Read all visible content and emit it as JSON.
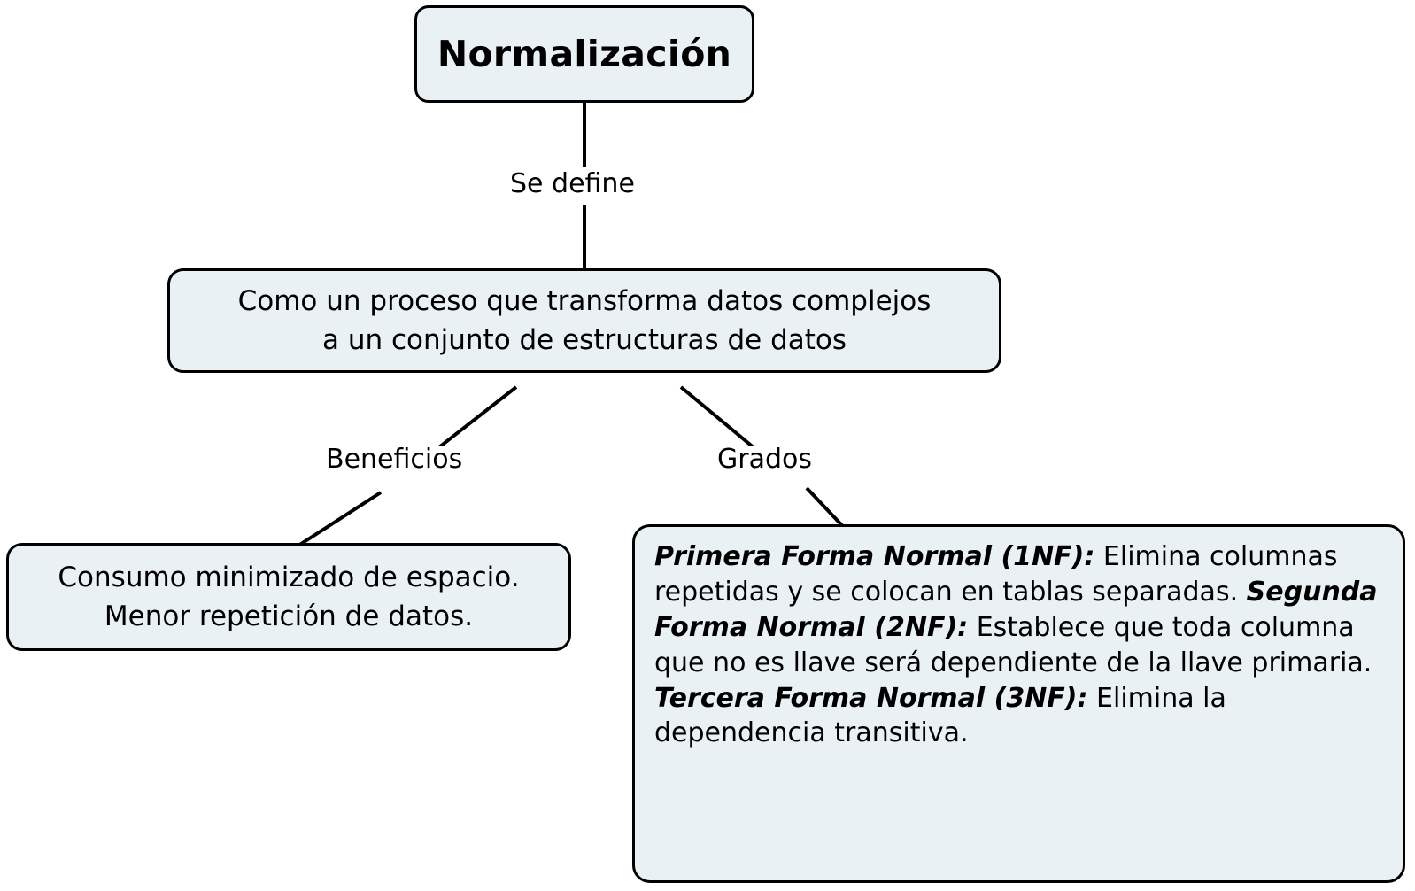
{
  "diagram": {
    "title": "Normalización",
    "background_color": "#ffffff",
    "node_fill_color": "#eaf1f4",
    "node_border_color": "#000000",
    "text_color": "#000000",
    "nodes": {
      "root": {
        "label": "Normalización"
      },
      "definition": {
        "line1": "Como un proceso que transforma datos complejos",
        "line2": "a un conjunto de estructuras de datos"
      },
      "benefits": {
        "line1": "Consumo minimizado de espacio.",
        "line2": "Menor repetición de datos."
      },
      "degrees": {
        "items": [
          {
            "term": "Primera Forma Normal (1NF):",
            "description": " Elimina columnas repetidas y se colocan en tablas separadas."
          },
          {
            "term": "Segunda Forma Normal (2NF):",
            "description": " Establece que toda columna que no es llave será dependiente de la llave primaria."
          },
          {
            "term": "Tercera Forma Normal (3NF):",
            "description": " Elimina la dependencia transitiva."
          }
        ]
      }
    },
    "edge_labels": {
      "define": "Se define",
      "benefits": "Beneficios",
      "degrees": "Grados"
    }
  }
}
